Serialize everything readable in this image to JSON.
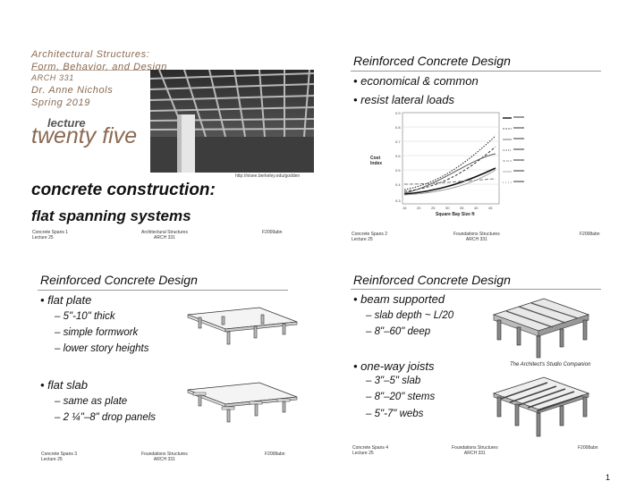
{
  "slide1": {
    "course": [
      "Architectural Structures:",
      "Form, Behavior, and Design",
      "ARCH 331",
      "Dr. Anne Nichols",
      "Spring 2019"
    ],
    "lecture_word": "lecture",
    "lecture_number": "twenty five",
    "photo_credit": "http://nisee.berkeley.edu/godden",
    "title": "concrete construction:",
    "subtitle": "flat spanning systems",
    "footer": {
      "left_1": "Concrete Spans 1",
      "left_2": "Lecture 25",
      "mid_1": "Architectural Structures",
      "mid_2": "ARCH 331",
      "right": "F2009abn"
    }
  },
  "slide2": {
    "title": "Reinforced Concrete Design",
    "bullets": [
      "economical & common",
      "resist lateral loads"
    ],
    "chart_caption_y": "Cost Index",
    "chart_caption_x": "Square Bay Size ft",
    "footer": {
      "left_1": "Concrete Spans 2",
      "left_2": "Lecture 25",
      "mid_1": "Foundations Structures",
      "mid_2": "ARCH 331",
      "right": "F2008abn"
    }
  },
  "slide3": {
    "title": "Reinforced Concrete Design",
    "bullet_1": "flat plate",
    "subs_1": [
      "5\"-10\" thick",
      "simple formwork",
      "lower story heights"
    ],
    "bullet_2": "flat slab",
    "subs_2": [
      "same as plate",
      "2 ¼\"–8\" drop panels"
    ],
    "footer": {
      "left_1": "Concrete Spans 3",
      "left_2": "Lecture 25",
      "mid_1": "Foundations Structures",
      "mid_2": "ARCH 331",
      "right": "F2008abn"
    }
  },
  "slide4": {
    "title": "Reinforced Concrete Design",
    "bullet_1": "beam supported",
    "subs_1": [
      "slab depth ~ L/20",
      "8\"–60\" deep"
    ],
    "bullet_2": "one-way joists",
    "subs_2": [
      "3\"–5\" slab",
      "8\"–20\" stems",
      "5\"-7\" webs"
    ],
    "image_credit": "The Architect's Studio Companion",
    "footer": {
      "left_1": "Concrete Spans 4",
      "left_2": "Lecture 25",
      "mid_1": "Foundations Structures",
      "mid_2": "ARCH 331",
      "right": "F2008abn"
    }
  },
  "page_number": "1"
}
